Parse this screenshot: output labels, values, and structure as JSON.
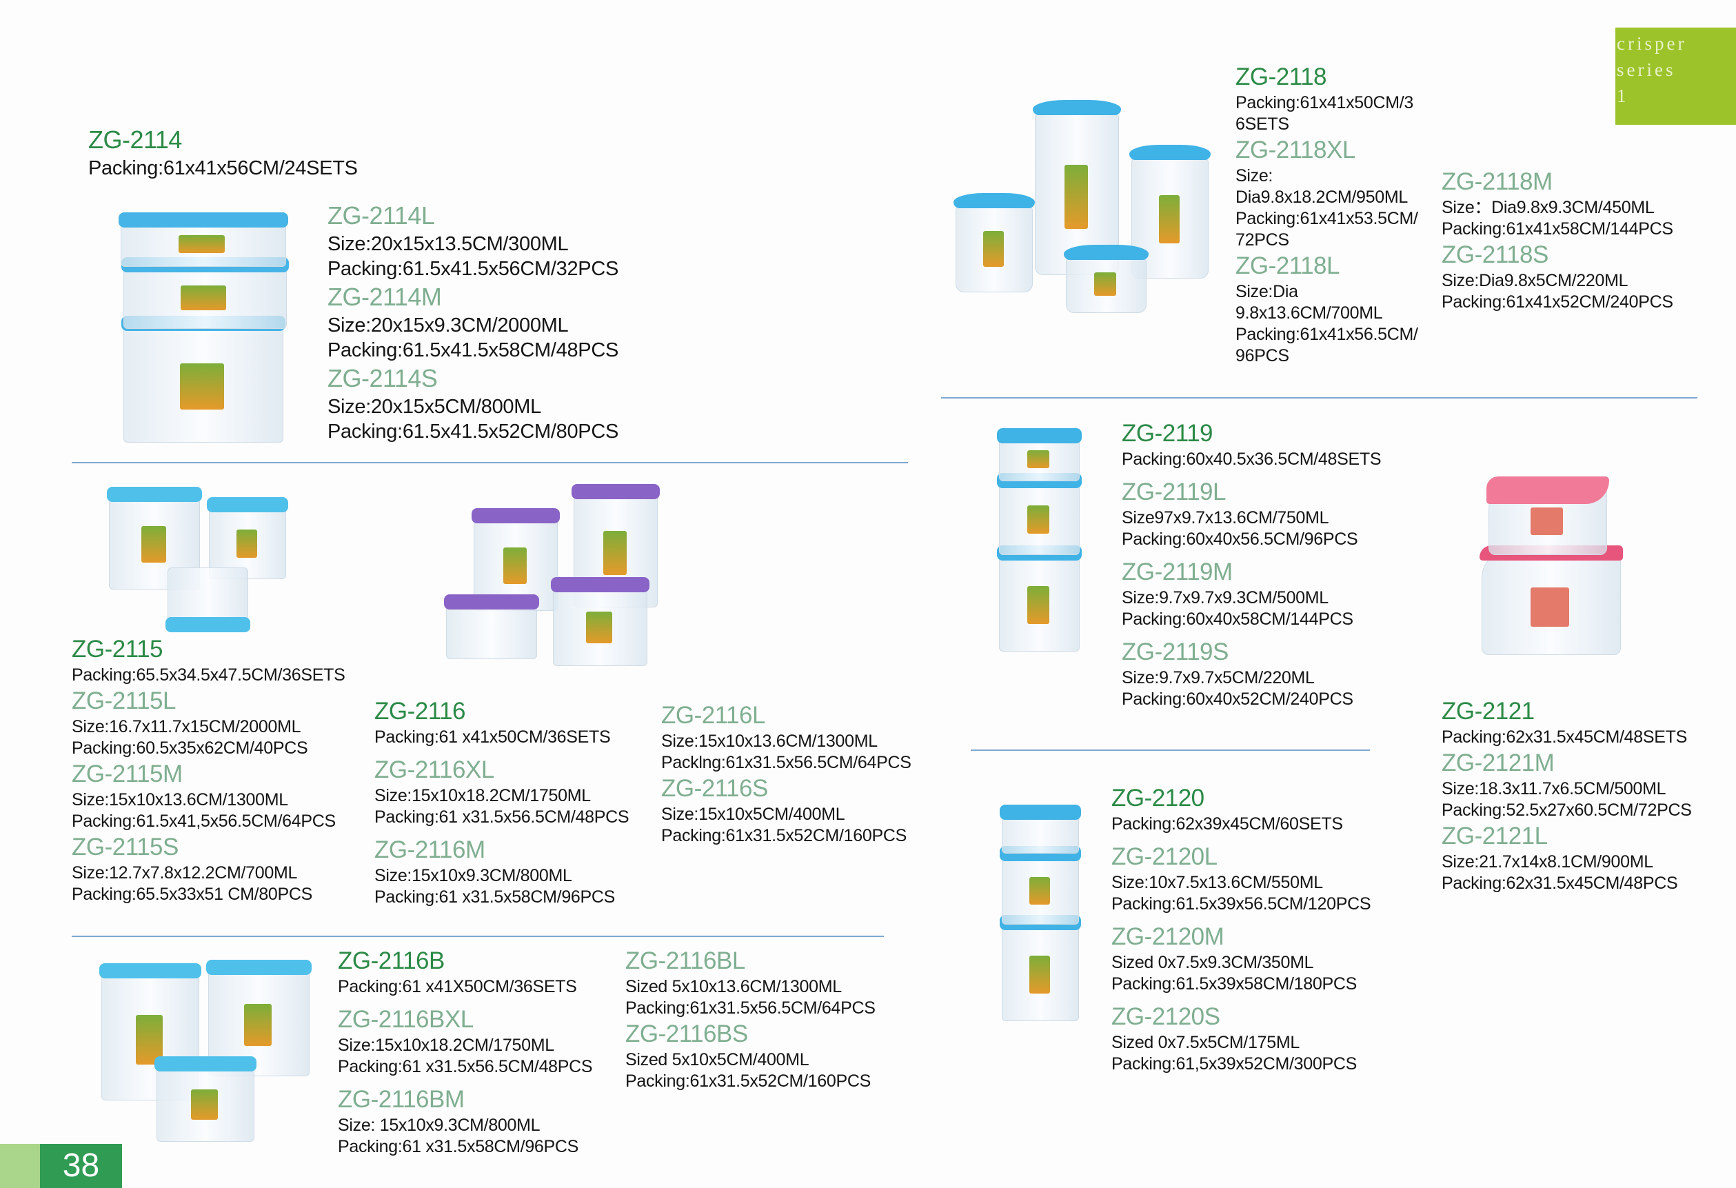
{
  "series_tab": {
    "line1": "crisper",
    "line2": "series",
    "line3": "1"
  },
  "page_number": "38",
  "colors": {
    "heading_main": "#2b8a46",
    "heading_variant": "#7fae90",
    "tab": "#9dc32b",
    "page_box": "#2f9b53",
    "lid_blue": "#3fb2e6",
    "lid_purple": "#8a63c6",
    "lid_pink": "#e8557c"
  },
  "products": [
    {
      "model": "ZG-2114",
      "lines": [
        "Packing:61x41x56CM/24SETS"
      ],
      "variants": [
        {
          "model": "ZG-2114L",
          "lines": [
            "Size:20x15x13.5CM/300ML",
            "Packing:61.5x41.5x56CM/32PCS"
          ]
        },
        {
          "model": "ZG-2114M",
          "lines": [
            "Size:20x15x9.3CM/2000ML",
            "Packing:61.5x41.5x58CM/48PCS"
          ]
        },
        {
          "model": "ZG-2114S",
          "lines": [
            "Size:20x15x5CM/800ML",
            "Packing:61.5x41.5x52CM/80PCS"
          ]
        }
      ]
    },
    {
      "model": "ZG-2118",
      "lines": [
        "Packing:61x41x50CM/3",
        "6SETS"
      ],
      "variants": [
        {
          "model": "ZG-2118XL",
          "lines": [
            "Size:",
            "Dia9.8x18.2CM/950ML",
            "Packing:61x41x53.5CM/",
            "72PCS"
          ]
        },
        {
          "model": "ZG-2118L",
          "lines": [
            "Size:Dia",
            "9.8x13.6CM/700ML",
            "Packing:61x41x56.5CM/",
            "96PCS"
          ]
        },
        {
          "model": "ZG-2118M",
          "lines": [
            "Size：Dia9.8x9.3CM/450ML",
            "Packing:61x41x58CM/144PCS"
          ]
        },
        {
          "model": "ZG-2118S",
          "lines": [
            "Size:Dia9.8x5CM/220ML",
            "Packing:61x41x52CM/240PCS"
          ]
        }
      ]
    },
    {
      "model": "ZG-2119",
      "lines": [
        "Packing:60x40.5x36.5CM/48SETS"
      ],
      "variants": [
        {
          "model": "ZG-2119L",
          "lines": [
            "Size97x9.7x13.6CM/750ML",
            "Packing:60x40x56.5CM/96PCS"
          ]
        },
        {
          "model": "ZG-2119M",
          "lines": [
            "Size:9.7x9.7x9.3CM/500ML",
            "Packing:60x40x58CM/144PCS"
          ]
        },
        {
          "model": "ZG-2119S",
          "lines": [
            "Size:9.7x9.7x5CM/220ML",
            "Packing:60x40x52CM/240PCS"
          ]
        }
      ]
    },
    {
      "model": "ZG-2115",
      "lines": [
        "Packing:65.5x34.5x47.5CM/36SETS"
      ],
      "variants": [
        {
          "model": "ZG-2115L",
          "lines": [
            "Size:16.7x11.7x15CM/2000ML",
            "Packing:60.5x35x62CM/40PCS"
          ]
        },
        {
          "model": "ZG-2115M",
          "lines": [
            "Size:15x10x13.6CM/1300ML",
            "Packing:61.5x41,5x56.5CM/64PCS"
          ]
        },
        {
          "model": "ZG-2115S",
          "lines": [
            "Size:12.7x7.8x12.2CM/700ML",
            "Packing:65.5x33x51 CM/80PCS"
          ]
        }
      ]
    },
    {
      "model": "ZG-2116",
      "lines": [
        "Packing:61 x41x50CM/36SETS"
      ],
      "variants": [
        {
          "model": "ZG-2116XL",
          "lines": [
            "Size:15x10x18.2CM/1750ML",
            "Packing:61 x31.5x56.5CM/48PCS"
          ]
        },
        {
          "model": "ZG-2116M",
          "lines": [
            "Size:15x10x9.3CM/800ML",
            "Packing:61 x31.5x58CM/96PCS"
          ]
        },
        {
          "model": "ZG-2116L",
          "lines": [
            "Size:15x10x13.6CM/1300ML",
            "Packlng:61x31.5x56.5CM/64PCS"
          ]
        },
        {
          "model": "ZG-2116S",
          "lines": [
            "Size:15x10x5CM/400ML",
            "Packing:61x31.5x52CM/160PCS"
          ]
        }
      ]
    },
    {
      "model": "ZG-2116B",
      "lines": [
        "Packing:61 x41X50CM/36SETS"
      ],
      "variants": [
        {
          "model": "ZG-2116BXL",
          "lines": [
            "Size:15x10x18.2CM/1750ML",
            "Packing:61 x31.5x56.5CM/48PCS"
          ]
        },
        {
          "model": "ZG-2116BM",
          "lines": [
            "Size: 15x10x9.3CM/800ML",
            "Packing:61 x31.5x58CM/96PCS"
          ]
        },
        {
          "model": "ZG-2116BL",
          "lines": [
            "Sized 5x10x13.6CM/1300ML",
            "Packing:61x31.5x56.5CM/64PCS"
          ]
        },
        {
          "model": "ZG-2116BS",
          "lines": [
            "Sized 5x10x5CM/400ML",
            "Packing:61x31.5x52CM/160PCS"
          ]
        }
      ]
    },
    {
      "model": "ZG-2120",
      "lines": [
        "Packing:62x39x45CM/60SETS"
      ],
      "variants": [
        {
          "model": "ZG-2120L",
          "lines": [
            "Size:10x7.5x13.6CM/550ML",
            "Packing:61.5x39x56.5CM/120PCS"
          ]
        },
        {
          "model": "ZG-2120M",
          "lines": [
            "Sized 0x7.5x9.3CM/350ML",
            "Packing:61.5x39x58CM/180PCS"
          ]
        },
        {
          "model": "ZG-2120S",
          "lines": [
            "Sized 0x7.5x5CM/175ML",
            "Packing:61,5x39x52CM/300PCS"
          ]
        }
      ]
    },
    {
      "model": "ZG-2121",
      "lines": [
        "Packing:62x31.5x45CM/48SETS"
      ],
      "variants": [
        {
          "model": "ZG-2121M",
          "lines": [
            "Size:18.3x11.7x6.5CM/500ML",
            "Packing:52.5x27x60.5CM/72PCS"
          ]
        },
        {
          "model": "ZG-2121L",
          "lines": [
            "Size:21.7x14x8.1CM/900ML",
            "Packing:62x31.5x45CM/48PCS"
          ]
        }
      ]
    }
  ]
}
